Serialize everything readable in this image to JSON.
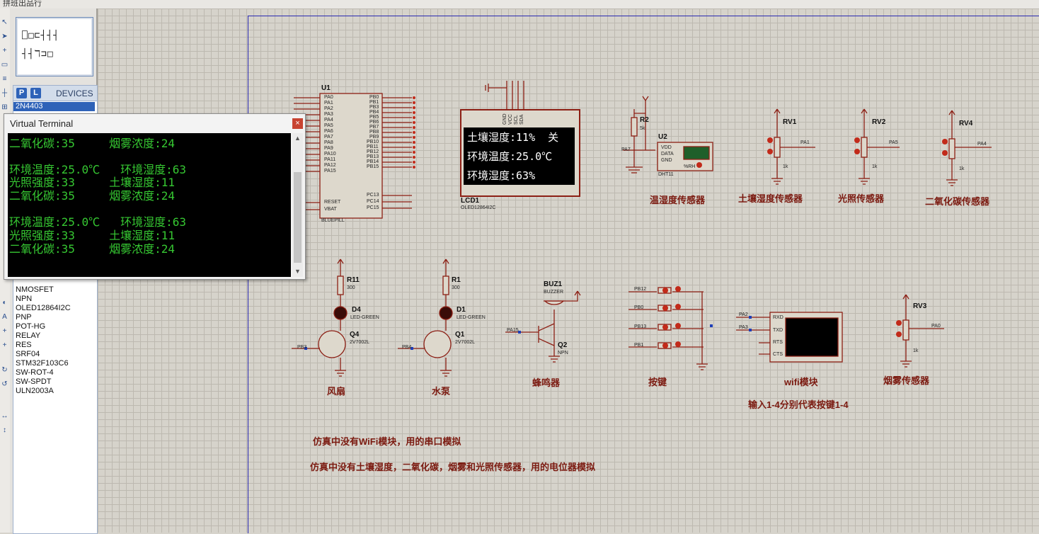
{
  "window": {
    "title": "拼班出品行"
  },
  "panel": {
    "p_button": "P",
    "l_button": "L",
    "devices_title": "DEVICES",
    "devices": [
      "2N4403",
      "NMOSFET",
      "NPN",
      "OLED12864I2C",
      "PNP",
      "POT-HG",
      "RELAY",
      "RES",
      "SRF04",
      "STM32F103C6",
      "SW-ROT-4",
      "SW-SPDT",
      "ULN2003A"
    ]
  },
  "terminal": {
    "title": "Virtual Terminal",
    "close": "×",
    "lines": [
      "二氧化碳:35     烟雾浓度:24",
      "",
      "环境温度:25.0℃   环境湿度:63",
      "光照强度:33     土壤湿度:11",
      "二氧化碳:35     烟雾浓度:24",
      "",
      "环境温度:25.0℃   环境湿度:63",
      "光照强度:33     土壤湿度:11",
      "二氧化碳:35     烟雾浓度:24"
    ]
  },
  "lcd": {
    "ref": "LCD1",
    "part": "OLED12864I2C",
    "line1": "土壤湿度:11%  关",
    "line2": "环境温度:25.0℃",
    "line3": "环境湿度:63%",
    "pins": [
      "GND",
      "VCC",
      "SCL",
      "SDA"
    ]
  },
  "mcu": {
    "ref": "U1",
    "part": "BLUEPILL",
    "left_pins": [
      "PA0",
      "PA1",
      "PA2",
      "PA3",
      "PA4",
      "PA5",
      "PA6",
      "PA7",
      "PA8",
      "PA9",
      "PA10",
      "PA11",
      "PA12",
      "PA15"
    ],
    "right_pins": [
      "PB0",
      "PB1",
      "PB3",
      "PB4",
      "PB5",
      "PB6",
      "PB7",
      "PB8",
      "PB9",
      "PB10",
      "PB11",
      "PB12",
      "PB13",
      "PB14",
      "PB15"
    ],
    "right_pins2": [
      "PC13",
      "PC14",
      "PC15"
    ],
    "reset": "RESET",
    "vbat": "VBAT"
  },
  "labels": {
    "temp_hum_sensor": "温湿度传感器",
    "soil_sensor": "土壤湿度传感器",
    "light_sensor": "光照传感器",
    "co2_sensor": "二氧化碳传感器",
    "fan": "风扇",
    "pump": "水泵",
    "buzzer": "蜂鸣器",
    "keys": "按键",
    "wifi": "wifi模块",
    "smoke": "烟雾传感器",
    "keys_note": "输入1-4分别代表按键1-4",
    "note1": "仿真中没有WiFi模块，用的串口模拟",
    "note2": "仿真中没有土壤湿度，二氧化碳，烟雾和光照传感器，用的电位器模拟"
  },
  "refs": {
    "r2": "R2",
    "r2v": "5k",
    "u2": "U2",
    "u2part": "DHT11",
    "rv1": "RV1",
    "rv2": "RV2",
    "rv3": "RV3",
    "rv4": "RV4",
    "pot_val": "1k",
    "r11": "R11",
    "r1": "R1",
    "r_val": "300",
    "d4": "D4",
    "d1": "D1",
    "led": "LED-GREEN",
    "q4": "Q4",
    "q1": "Q1",
    "mos": "2V7002L",
    "buz1": "BUZ1",
    "buzzer_part": "BUZZER",
    "q2": "Q2",
    "npn": "NPN",
    "net_pa7": "PA7",
    "net_pa1": "PA1",
    "net_pa5": "PA5",
    "net_pa4": "PA4",
    "net_pa0": "PA0",
    "net_pb3": "PB3",
    "net_pb4": "PB4",
    "net_pa15": "PA15",
    "net_pb12": "PB12",
    "net_pb0": "PB0",
    "net_pb13": "PB13",
    "net_pb1": "PB1",
    "net_pa2": "PA2",
    "net_pa3": "PA3",
    "dht_vdd": "VDD",
    "dht_data": "DATA",
    "dht_gnd": "GND",
    "dht_rh": "%RH",
    "wifi_rxd": "RXD",
    "wifi_txd": "TXD",
    "wifi_rts": "RTS",
    "wifi_cts": "CTS"
  }
}
